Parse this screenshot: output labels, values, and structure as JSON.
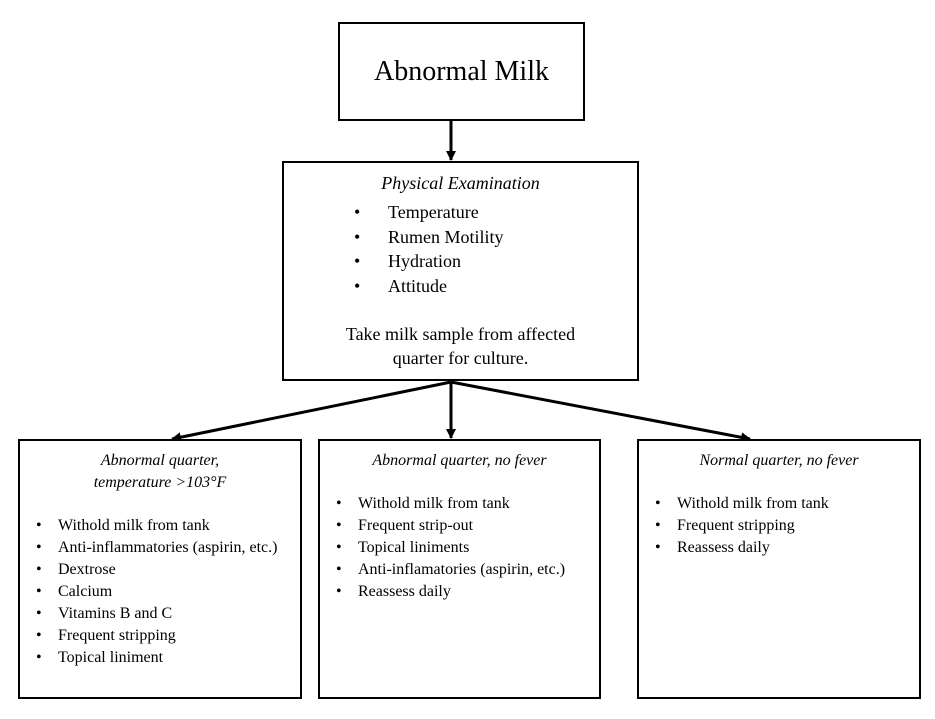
{
  "top": {
    "title": "Abnormal Milk"
  },
  "middle": {
    "title": "Physical Examination",
    "items": [
      "Temperature",
      "Rumen Motility",
      "Hydration",
      "Attitude"
    ],
    "note_line1": "Take milk sample from affected",
    "note_line2": "quarter for culture."
  },
  "left": {
    "title_line1": "Abnormal quarter,",
    "title_line2": "temperature >103°F",
    "items": [
      "Withold milk from tank",
      "Anti-inflammatories (aspirin, etc.)",
      "Dextrose",
      "Calcium",
      "Vitamins B and C",
      "Frequent stripping",
      "Topical liniment"
    ]
  },
  "center": {
    "title": "Abnormal quarter, no fever",
    "items": [
      "Withold milk from tank",
      "Frequent strip-out",
      "Topical liniments",
      "Anti-inflamatories (aspirin, etc.)",
      "Reassess daily"
    ]
  },
  "right": {
    "title": "Normal quarter, no fever",
    "items": [
      "Withold milk from tank",
      "Frequent stripping",
      "Reassess daily"
    ]
  }
}
